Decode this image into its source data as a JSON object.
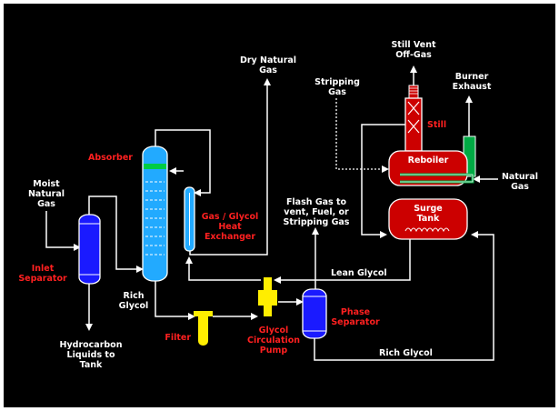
{
  "labels": {
    "moist_gas": "Moist\nNatural\nGas",
    "inlet_separator": "Inlet\nSeparator",
    "hydrocarbon_liquids": "Hydrocarbon\nLiquids to\nTank",
    "absorber": "Absorber",
    "rich_glycol_absorber": "Rich\nGlycol",
    "dry_natural_gas": "Dry Natural\nGas",
    "gas_glycol_hx": "Gas / Glycol\nHeat\nExchanger",
    "filter": "Filter",
    "glycol_pump": "Glycol\nCirculation\nPump",
    "phase_separator": "Phase\nSeparator",
    "flash_gas": "Flash Gas to\nvent, Fuel, or\nStripping Gas",
    "lean_glycol": "Lean Glycol",
    "rich_glycol_bottom": "Rich Glycol",
    "still_vent": "Still Vent\nOff-Gas",
    "stripping_gas": "Stripping\nGas",
    "burner_exhaust": "Burner\nExhaust",
    "still": "Still",
    "reboiler": "Reboiler",
    "surge_tank": "Surge\nTank",
    "natural_gas": "Natural\nGas"
  },
  "colors": {
    "background": "#000000",
    "line": "#ffffff",
    "label": "#ffffff",
    "equipment_label": "#ff2020",
    "separator_blue": "#1a1aff",
    "absorber_cyan": "#22aaff",
    "absorber_band": "#00cc44",
    "regenerator_red": "#cc0000",
    "filter_yellow": "#ffee00",
    "exhaust_green": "#00aa44"
  }
}
